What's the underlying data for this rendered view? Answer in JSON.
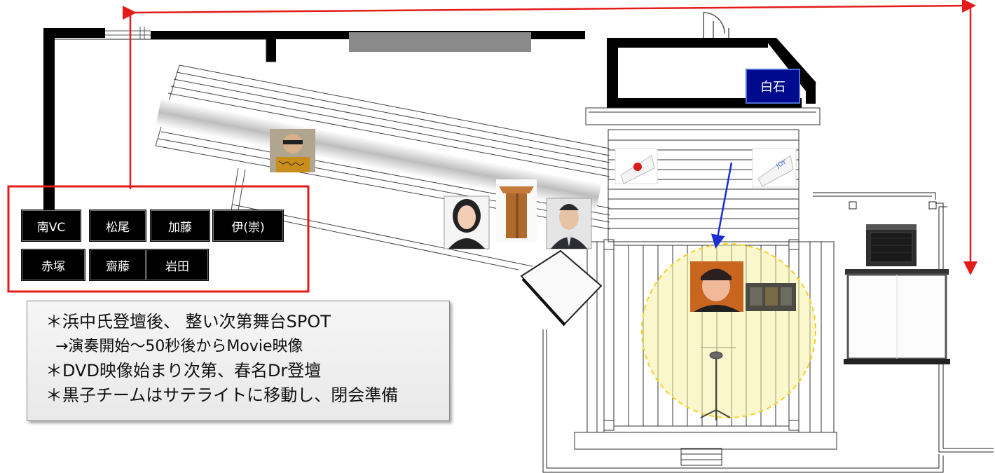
{
  "staff_top_right": "白石",
  "staff_boxes": [
    "南VC",
    "松尾",
    "加藤",
    "伊(崇)",
    "赤塚",
    "齋藤",
    "岩田"
  ],
  "notes": [
    "＊浜中氏登壇後、 整い次第舞台SPOT",
    "→演奏開始～50秒後からMovie映像",
    "＊DVD映像始まり次第、春名Dr登壇",
    "＊黒子チームはサテライトに移動し、閉会準備"
  ],
  "colors": {
    "range_arrows": "#e31b1b",
    "move_arrow": "#1a2fd4",
    "spotlight": "#f4f0a0",
    "staff_box": "#000000",
    "label_box": "#000a8c"
  },
  "icons": [
    "photo-person-sunglasses",
    "photo-woman",
    "podium",
    "photo-man-suit",
    "japan-flag",
    "white-flag",
    "photo-performer",
    "effects-pedals",
    "microphone-stand",
    "guitar-amp",
    "projection-screen",
    "lighting-panel"
  ]
}
